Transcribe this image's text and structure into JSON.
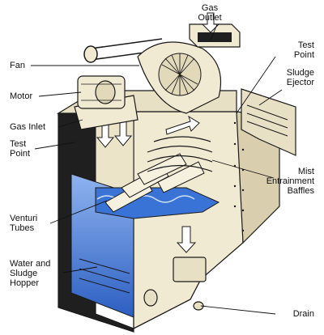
{
  "labels": {
    "gas_outlet": "Gas\nOutlet",
    "fan": "Fan",
    "motor": "Motor",
    "gas_inlet": "Gas Inlet",
    "test_point_left": "Test\nPoint",
    "venturi_tubes": "Venturi\nTubes",
    "water_sludge_hopper": "Water and\nSludge\nHopper",
    "test_point_right": "Test\nPoint",
    "sludge_ejector": "Sludge\nEjector",
    "mist_baffles": "Mist\nEntrainment\nBaffles",
    "drain": "Drain"
  },
  "colors": {
    "housing": "#f1ead2",
    "housing_shade": "#d9cfae",
    "outline": "#1a1a1a",
    "dark_wall": "#1f1f1f",
    "water": "#3a73d6",
    "water_light": "#8fb3ee",
    "background": "#ffffff"
  }
}
